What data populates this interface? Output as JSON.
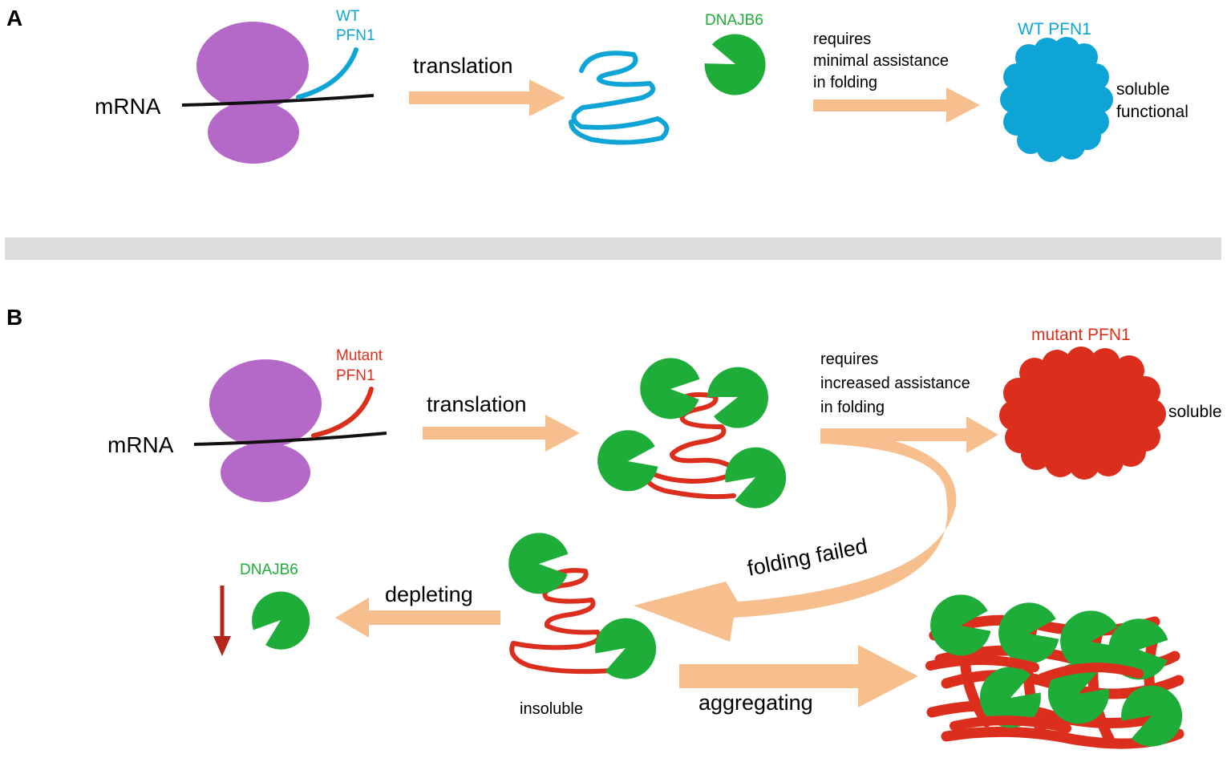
{
  "panel_a": {
    "letter": "A",
    "mrna": "mRNA",
    "nascent_label": [
      "WT",
      "PFN1"
    ],
    "translation": "translation",
    "chaperone": "DNAJB6",
    "step_note": [
      "requires",
      "minimal assistance",
      "in folding"
    ],
    "product_title": "WT PFN1",
    "product_state": [
      "soluble",
      "functional"
    ]
  },
  "panel_b": {
    "letter": "B",
    "mrna": "mRNA",
    "nascent_label": [
      "Mutant",
      "PFN1"
    ],
    "translation": "translation",
    "step_note": [
      "requires",
      "increased assistance",
      "in folding"
    ],
    "product_title": "mutant PFN1",
    "product_state": "soluble",
    "folding_failed": "folding failed",
    "chaperone": "DNAJB6",
    "depleting": "depleting",
    "insoluble": "insoluble",
    "aggregating": "aggregating"
  },
  "colors": {
    "ribosome": "#b469c9",
    "wt": "#0ea5d6",
    "mutant": "#dc2e1c",
    "chaperone": "#1fad3a",
    "arrow": "#f8bf8e",
    "divider": "#dcdcdc",
    "down_arrow": "#b3261e"
  }
}
